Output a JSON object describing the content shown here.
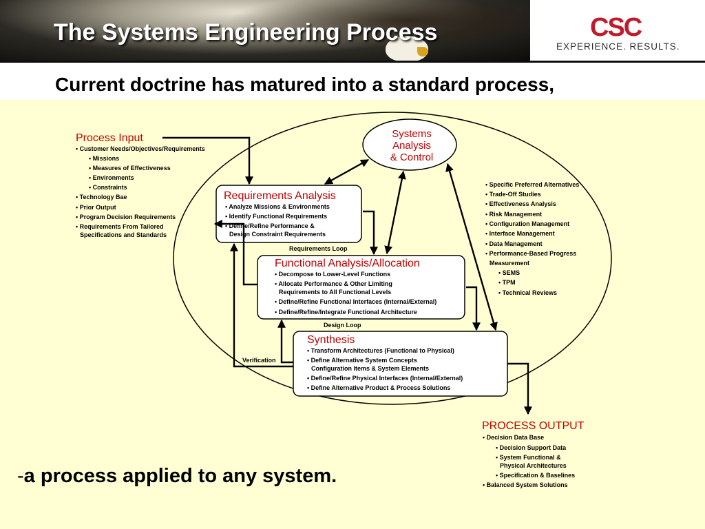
{
  "header": {
    "title": "The Systems Engineering Process",
    "logo_text": "CSC",
    "tagline": "EXPERIENCE. RESULTS."
  },
  "subtitle": "Current doctrine has matured into a standard process,",
  "closing": {
    "dash": "-",
    "text": "a process applied to any system."
  },
  "colors": {
    "heading_red": "#c00000",
    "panel": "#ffffd3",
    "logo_red": "#c01b2c"
  },
  "diagram": {
    "process_input": {
      "heading": "Process Input",
      "items": [
        "• Customer Needs/Objectives/Requirements",
        "• Missions",
        "• Measures of Effectiveness",
        "• Environments",
        "• Constraints",
        "• Technology Bae",
        "• Prior Output",
        "• Program Decision Requirements",
        "• Requirements From Tailored",
        "Specifications and Standards"
      ]
    },
    "systems_analysis": {
      "lines": [
        "Systems",
        "Analysis",
        "& Control"
      ]
    },
    "requirements_analysis": {
      "heading": "Requirements Analysis",
      "items": [
        "• Analyze Missions & Environments",
        "• Identify Functional Requirements",
        "• Define/Refine Performance &",
        "Design Constraint Requirements"
      ]
    },
    "functional_analysis": {
      "heading": "Functional Analysis/Allocation",
      "items": [
        "• Decompose to Lower-Level Functions",
        "• Allocate Performance & Other Limiting",
        "Requirements to All Functional Levels",
        "• Define/Refine Functional Interfaces (Internal/External)",
        "• Define/Refine/Integrate Functional Architecture"
      ]
    },
    "synthesis": {
      "heading": "Synthesis",
      "items": [
        "• Transform Architectures (Functional to Physical)",
        "• Define Alternative System Concepts",
        "Configuration Items & System Elements",
        "• Define/Refine Physical Interfaces (Internal/External)",
        "• Define Alternative Product & Process Solutions"
      ]
    },
    "control_list": {
      "items": [
        "• Specific Preferred Alternatives",
        "• Trade-Off Studies",
        "• Effectiveness Analysis",
        "• Risk Management",
        "• Configuration Management",
        "• Interface Management",
        "• Data Management",
        "• Performance-Based Progress",
        "Measurement",
        "• SEMS",
        "• TPM",
        "• Technical Reviews"
      ]
    },
    "process_output": {
      "heading": "PROCESS OUTPUT",
      "items": [
        "• Decision Data Base",
        "• Decision Support Data",
        "• System Functional &",
        "Physical Architectures",
        "• Specification & Baselines",
        "• Balanced System Solutions"
      ]
    },
    "loops": {
      "requirements": "Requirements Loop",
      "design": "Design Loop",
      "verification": "Verification"
    }
  }
}
